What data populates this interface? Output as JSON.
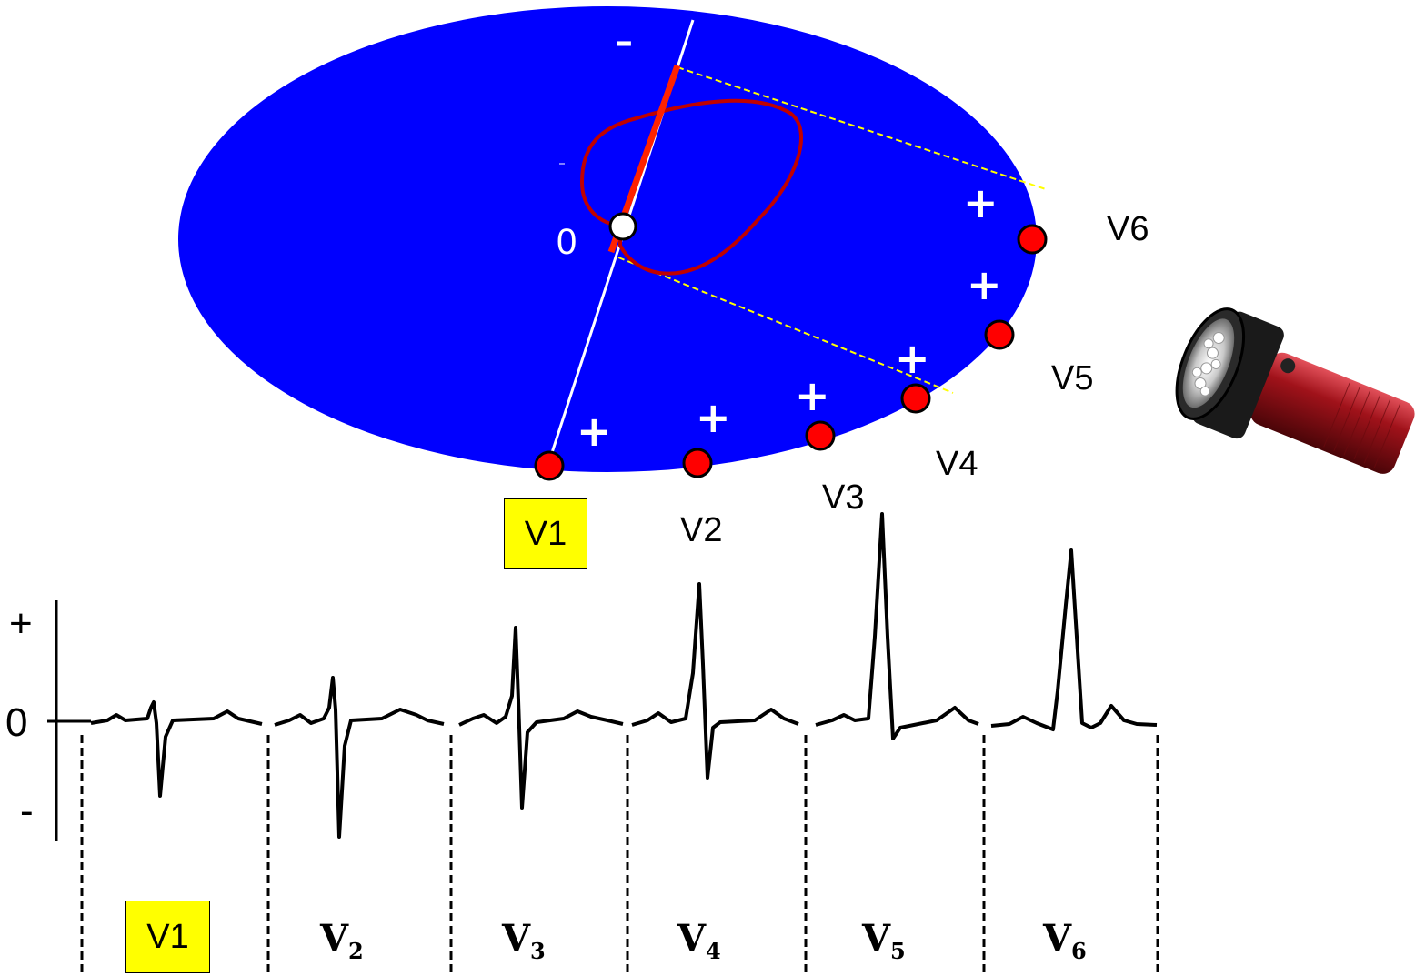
{
  "diagram": {
    "negative_pole": "–",
    "origin_label": "0",
    "leads": [
      {
        "id": "V1",
        "label": "V1",
        "highlighted": true
      },
      {
        "id": "V2",
        "label": "V2"
      },
      {
        "id": "V3",
        "label": "V3"
      },
      {
        "id": "V4",
        "label": "V4"
      },
      {
        "id": "V5",
        "label": "V5"
      },
      {
        "id": "V6",
        "label": "V6"
      }
    ],
    "plus_sign": "+"
  },
  "ecg": {
    "y_axis": {
      "plus": "+",
      "zero": "0",
      "minus": "-"
    },
    "lead_captions": [
      {
        "label": "V1",
        "highlighted": true
      },
      {
        "label": "V",
        "sub": "2"
      },
      {
        "label": "V",
        "sub": "3"
      },
      {
        "label": "V",
        "sub": "4"
      },
      {
        "label": "V",
        "sub": "5"
      },
      {
        "label": "V",
        "sub": "6"
      }
    ]
  },
  "colors": {
    "torso": "#0000ff",
    "electrode": "#ff0000",
    "loop": "#c00000",
    "vector": "#ff2200",
    "projection": "#ffff00",
    "highlight": "#ffff00",
    "flashlight_body": "#9a0d12"
  },
  "icons": [
    "flashlight-icon"
  ]
}
